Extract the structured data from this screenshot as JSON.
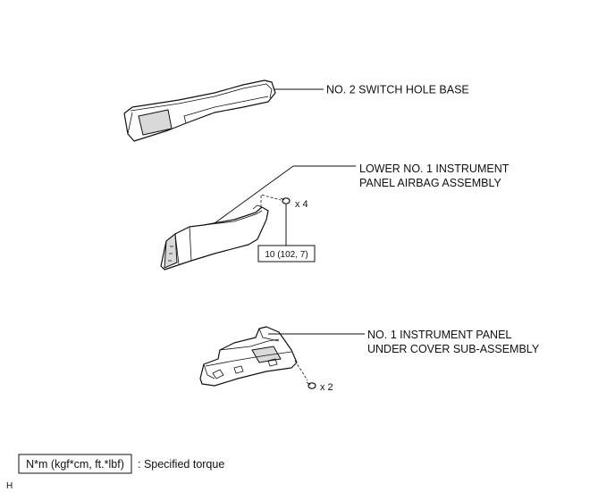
{
  "parts": {
    "switch_hole_base": {
      "label": "NO. 2 SWITCH HOLE BASE"
    },
    "airbag_assembly": {
      "label_line1": "LOWER NO. 1 INSTRUMENT",
      "label_line2": "PANEL AIRBAG ASSEMBLY",
      "bolt_count": "x 4",
      "torque": "10 (102, 7)"
    },
    "under_cover": {
      "label_line1": "NO. 1 INSTRUMENT PANEL",
      "label_line2": "UNDER COVER SUB-ASSEMBLY",
      "bolt_count": "x 2"
    }
  },
  "legend": {
    "unit": "N*m (kgf*cm, ft.*lbf)",
    "description": ": Specified torque"
  },
  "footer_code": "H"
}
